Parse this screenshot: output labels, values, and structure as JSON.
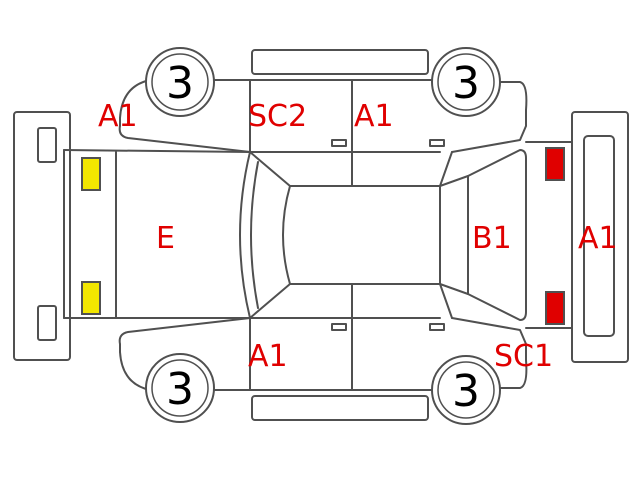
{
  "colors": {
    "outline": "#505050",
    "code_text": "#e00000",
    "headlight": "#f2e600",
    "taillight": "#e00000",
    "background": "#ffffff"
  },
  "tires": {
    "front_left": "3",
    "rear_left": "3",
    "front_right": "3",
    "rear_right": "3"
  },
  "codes": {
    "front_left_fender": "A1",
    "front_left_door": "SC2",
    "rear_left_door": "A1",
    "hood": "E",
    "front_right_fender": "A1",
    "trunk": "B1",
    "rear_bumper": "A1",
    "rear_right_quarter": "SC1"
  }
}
